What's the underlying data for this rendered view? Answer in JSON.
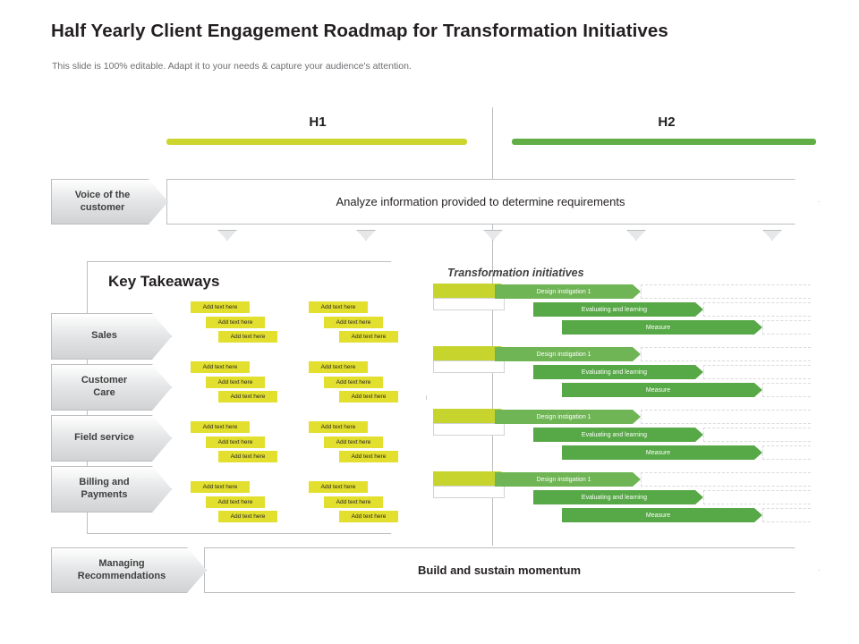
{
  "header": {
    "title": "Half Yearly Client Engagement Roadmap for Transformation Initiatives",
    "subtitle": "This slide is 100% editable. Adapt it to your needs & capture your audience's attention."
  },
  "halves": [
    {
      "label": "H1",
      "bar_color": "#cdd62e"
    },
    {
      "label": "H2",
      "bar_color": "#62ad46"
    }
  ],
  "top_band": {
    "chevron_label": "Voice of the\ncustomer",
    "text": "Analyze information provided to determine requirements"
  },
  "bottom_band": {
    "chevron_label": "Managing\nRecommendations",
    "text": "Build and sustain momentum"
  },
  "takeaways": {
    "title": "Key Takeaways",
    "rows": [
      {
        "label": "Sales"
      },
      {
        "label": "Customer\nCare"
      },
      {
        "label": "Field service"
      },
      {
        "label": "Billing and\nPayments"
      }
    ],
    "chip_label": "Add text here"
  },
  "initiatives": {
    "title": "Transformation initiatives",
    "steps": [
      {
        "label": "Design instigation 1",
        "color": "#6fb455"
      },
      {
        "label": "Evaluating and learning",
        "color": "#62ad46"
      },
      {
        "label": "Measure",
        "color": "#57a846"
      }
    ],
    "lead_color": "#c7d42e",
    "group_count": 4
  },
  "colors": {
    "accent_yellow": "#e2df2e",
    "accent_green": "#62ad46",
    "grey_fill": "#e6e7e8",
    "grey_border": "#bcbec0",
    "text": "#231f20"
  }
}
